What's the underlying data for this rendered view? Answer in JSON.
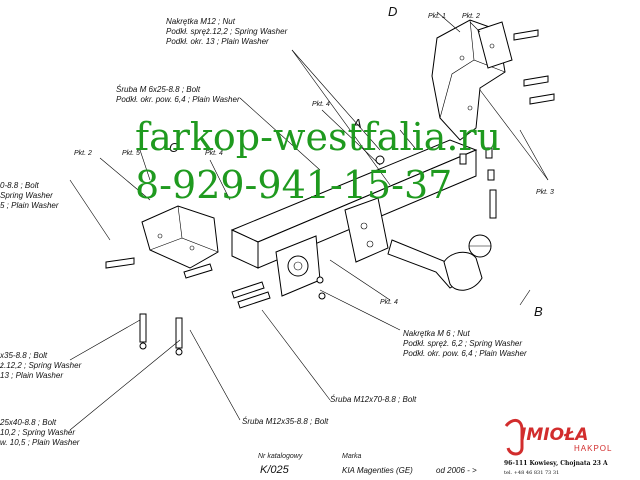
{
  "labels": {
    "nut_m12": [
      "Nakrętka  M12 ; Nut",
      "Podkł. spręż.12,2 ; Spring Washer",
      "Podkł. okr. 13 ; Plain Washer"
    ],
    "bolt_m6": [
      "Śruba M 6x25-8.8 ;  Bolt",
      "Podkł. okr. pow. 6,4 ; Plain Washer"
    ],
    "left_top": [
      "0-8.8 ;  Bolt",
      "Spring Washer",
      "5 ; Plain Washer"
    ],
    "nut_m6": [
      "Nakrętka  M 6 ; Nut",
      "Podkł. spręż. 6,2 ; Spring Washer",
      "Podkł. okr. pow. 6,4 ; Plain Washer"
    ],
    "left_mid": [
      "x35-8.8 ;  Bolt",
      "ż.12,2 ; Spring Washer",
      "13 ; Plain Washer"
    ],
    "left_bot": [
      "25x40-8.8 ;  Bolt",
      "10,2 ; Spring Washer",
      "w. 10,5 ; Plain Washer"
    ],
    "bolt_m12x70": "Śruba M12x70-8.8 ;  Bolt",
    "bolt_m12x35": "Śruba M12x35-8.8 ;  Bolt",
    "pkt1": "Pkt. 1",
    "pkt2": "Pkt. 2",
    "pkt3": "Pkt. 3",
    "pkt4": "Pkt. 4",
    "pkt5": "Pkt. 5"
  },
  "letters": {
    "a": "A",
    "b": "B",
    "c": "C",
    "d": "D"
  },
  "watermark": {
    "line1": "farkop-westfalia.ru",
    "line2": "8-929-941-15-37"
  },
  "footer": {
    "catalog_caption": "Nr katalogowy",
    "catalog_no": "K/025",
    "marka_caption": "Marka",
    "model": "KIA Magenties (GE)",
    "years": "od 2006 - >"
  },
  "company": {
    "logo": "IMIOŁA",
    "logo_sub": "HAKPOL",
    "address": "96-111 Kowiesy, Chojnata 23 A",
    "phone": "tel. +48 46 831 73 31"
  },
  "colors": {
    "watermark": "#1f9a1f",
    "logo": "#d22d2d"
  }
}
